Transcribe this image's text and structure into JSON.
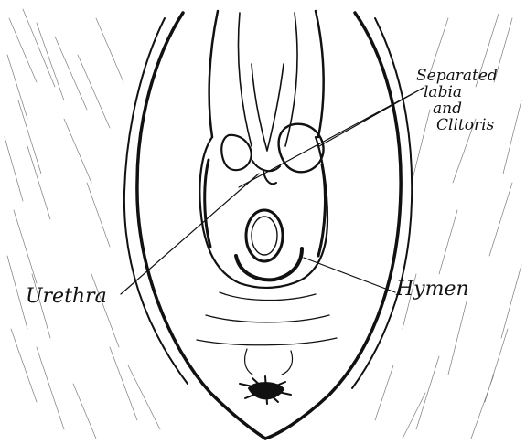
{
  "figure": {
    "labels": {
      "labia_line1": "Separated",
      "labia_line2": "labia",
      "labia_line3": "and",
      "labia_line4": "Clitoris",
      "urethra": "Urethra",
      "hymen": "Hymen"
    },
    "colors": {
      "ink": "#111111",
      "paper": "#ffffff"
    }
  }
}
